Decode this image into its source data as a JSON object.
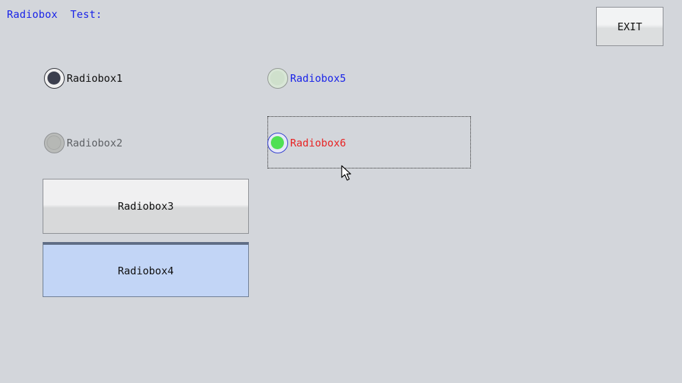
{
  "title": "Radiobox  Test:",
  "exit_label": "EXIT",
  "radios": {
    "r1": {
      "label": "Radiobox1",
      "checked": true,
      "enabled": true
    },
    "r2": {
      "label": "Radiobox2",
      "checked": false,
      "enabled": false
    },
    "r3": {
      "label": "Radiobox3",
      "checked": false,
      "style": "button"
    },
    "r4": {
      "label": "Radiobox4",
      "checked": true,
      "style": "button"
    },
    "r5": {
      "label": "Radiobox5",
      "checked": false,
      "enabled": true
    },
    "r6": {
      "label": "Radiobox6",
      "checked": true,
      "enabled": true,
      "focused": true
    }
  },
  "colors": {
    "background": "#d3d6db",
    "title_text": "#1a24e8",
    "radiobox5_text": "#1a24e8",
    "radiobox6_text": "#e82424",
    "radiobox6_dot": "#4fe053",
    "radiobox4_selected_bg": "#c2d5f6"
  },
  "icons": {
    "cursor": "mouse-pointer-icon"
  }
}
